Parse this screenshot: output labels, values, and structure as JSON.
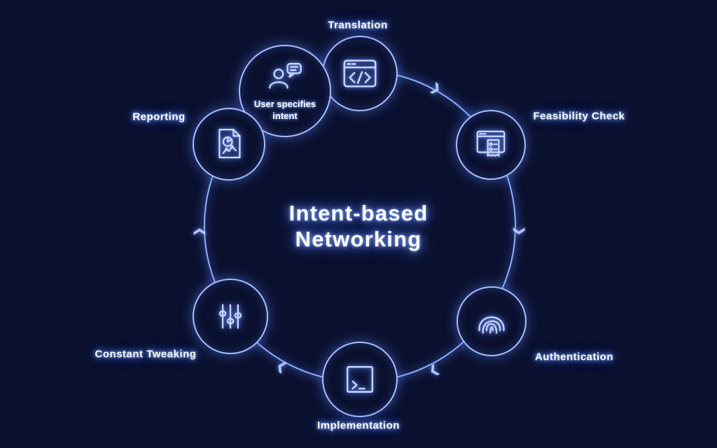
{
  "title": {
    "line1": "Intent-based",
    "line2": "Networking"
  },
  "arrow": {
    "glyph": "❯"
  },
  "colors": {
    "background": "#0a102e",
    "neon_stroke": "#a6bdff",
    "glow": "#5b86ff",
    "text": "#ffffff"
  },
  "nodes": [
    {
      "id": "translation",
      "label": "Translation",
      "icon": "code-window-icon"
    },
    {
      "id": "feasibility-check",
      "label": "Feasibility Check",
      "icon": "checklist-window-icon"
    },
    {
      "id": "authentication",
      "label": "Authentication",
      "icon": "fingerprint-icon"
    },
    {
      "id": "implementation",
      "label": "Implementation",
      "icon": "terminal-icon"
    },
    {
      "id": "constant-tweaking",
      "label": "Constant Tweaking",
      "icon": "sliders-icon"
    },
    {
      "id": "reporting",
      "label": "Reporting",
      "icon": "report-chart-icon"
    },
    {
      "id": "user-intent",
      "label": "User specifies intent",
      "icon": "user-speech-icon"
    }
  ]
}
